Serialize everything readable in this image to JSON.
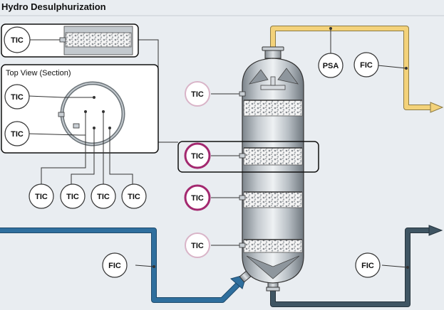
{
  "title": "Hydro Desulphurization",
  "top_view_label": "Top View (Section)",
  "instruments": {
    "tic_detail": "TIC",
    "tic_top_view_1": "TIC",
    "tic_top_view_2": "TIC",
    "tic_bottom_1": "TIC",
    "tic_bottom_2": "TIC",
    "tic_bottom_3": "TIC",
    "tic_bottom_4": "TIC",
    "tic_reactor_1": "TIC",
    "tic_reactor_2": "TIC",
    "tic_reactor_3": "TIC",
    "tic_reactor_4": "TIC",
    "psa": "PSA",
    "fic_top": "FIC",
    "fic_feed": "FIC",
    "fic_outlet": "FIC"
  },
  "colors": {
    "hydrogen_line": "#f3d27a",
    "feed_line": "#2f6f9e",
    "product_line": "#3f5563",
    "highlight_ring": "#a3286f",
    "frame": "#111111"
  }
}
